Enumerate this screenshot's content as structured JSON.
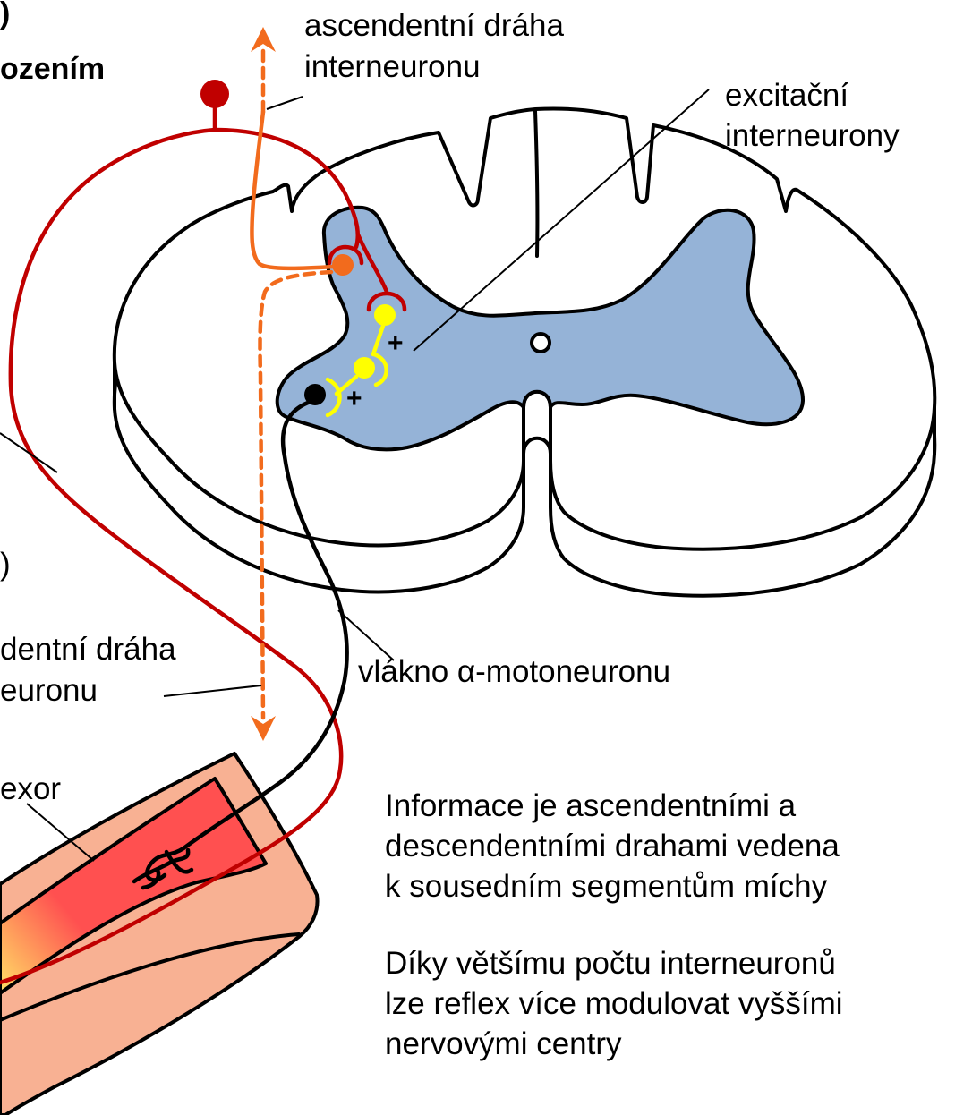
{
  "labels": {
    "top_left_paren": ")",
    "top_left_bold": "ozením",
    "ascending_pathway": [
      "ascendentní dráha",
      "interneuronu"
    ],
    "excitatory_interneurons": [
      "excitační",
      "interneurony"
    ],
    "left_paren": ")",
    "descending_pathway": [
      "dentní dráha",
      "euronu"
    ],
    "motoneuron_fiber": "vlákno α-motoneuronu",
    "muscle": "exor",
    "plus_signs": [
      "+",
      "+"
    ]
  },
  "notes": [
    [
      "Informace je ascendentními a",
      "descendentními drahami vedena",
      "k sousedním segmentům míchy"
    ],
    [
      "Díky většímu počtu interneuronů",
      "lze reflex více modulovat vyššími",
      "nervovými centry"
    ]
  ],
  "colors": {
    "gray_matter": "#95b3d7",
    "white_matter": "#ffffff",
    "sensory_fiber": "#c00000",
    "interneuron_orange": "#f26b1d",
    "interneuron_yellow": "#ffff00",
    "motoneuron": "#000000",
    "muscle_outer": "#f8b193",
    "muscle_inner": "#ff5050"
  }
}
